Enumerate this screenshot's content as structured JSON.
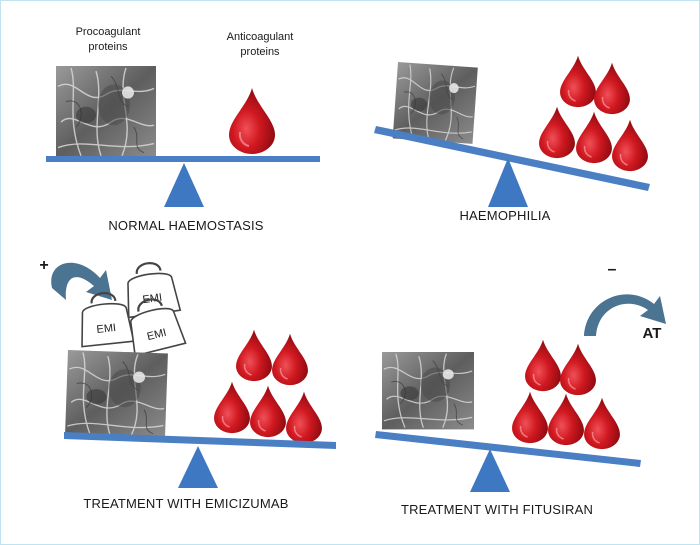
{
  "legend": {
    "procoagulant_line1": "Procoagulant",
    "procoagulant_line2": "proteins",
    "anticoagulant_line1": "Anticoagulant",
    "anticoagulant_line2": "proteins"
  },
  "panels": {
    "normal": {
      "caption": "NORMAL HAEMOSTASIS"
    },
    "haemophilia": {
      "caption": "HAEMOPHILIA"
    },
    "emicizumab": {
      "caption": "TREATMENT WITH EMICIZUMAB",
      "sign": "+",
      "weight_label": "EMI"
    },
    "fitusiran": {
      "caption": "TREATMENT WITH FITUSIRAN",
      "sign": "–",
      "target_label": "AT"
    }
  },
  "colors": {
    "beam": "#4a7fc4",
    "fulcrum": "#3f78c2",
    "blood": "#c8141e",
    "arrow": "#4b7392",
    "frame": "#bfe3f0"
  },
  "icons": {
    "procoagulant": "fibrin-clot-micrograph",
    "anticoagulant": "blood-drop-icon",
    "weight": "kettlebell-weight-icon"
  }
}
